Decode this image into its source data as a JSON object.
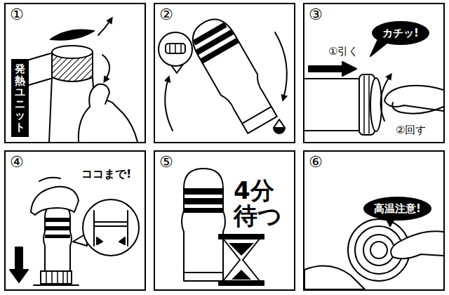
{
  "diagram": {
    "nodes": [
      {
        "text": [
          "①"
        ]
      },
      {
        "text": [
          "発熱ユニット"
        ],
        "in": 0
      },
      {
        "text": [
          "②"
        ]
      },
      {
        "text": [
          "③",
          "①引く",
          "②回す"
        ]
      },
      {
        "text": [
          "カチッ!"
        ],
        "in": 3
      },
      {
        "text": [
          "④",
          "ココまで!"
        ]
      },
      {
        "text": [
          "⑤",
          "4分待つ"
        ]
      },
      {
        "text": [
          "⑥"
        ]
      },
      {
        "text": [
          "高温注意!"
        ],
        "in": 7
      }
    ]
  }
}
